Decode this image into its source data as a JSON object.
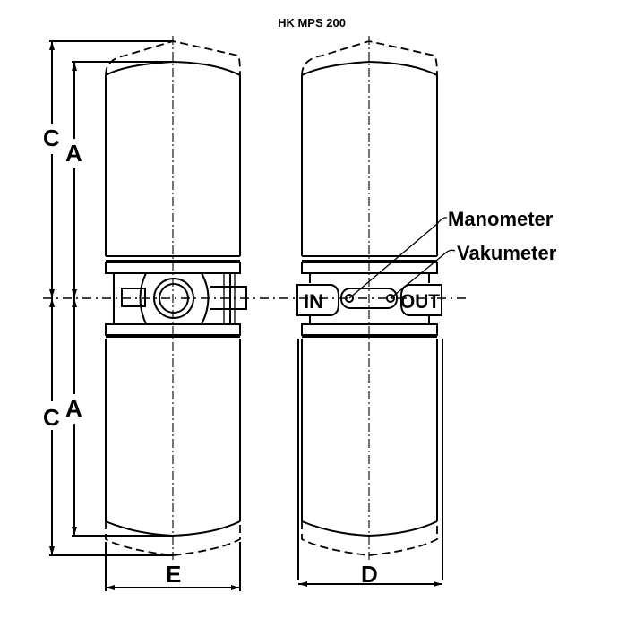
{
  "title": "HK MPS 200",
  "dimensions": {
    "c_top": "C",
    "a_top": "A",
    "c_bottom": "C",
    "a_bottom": "A",
    "e": "E",
    "d": "D"
  },
  "ports": {
    "inlet": "IN",
    "outlet": "OUT"
  },
  "callouts": {
    "manometer": "Manometer",
    "vakumeter": "Vakumeter"
  },
  "colors": {
    "line": "#000000",
    "background": "#ffffff"
  }
}
